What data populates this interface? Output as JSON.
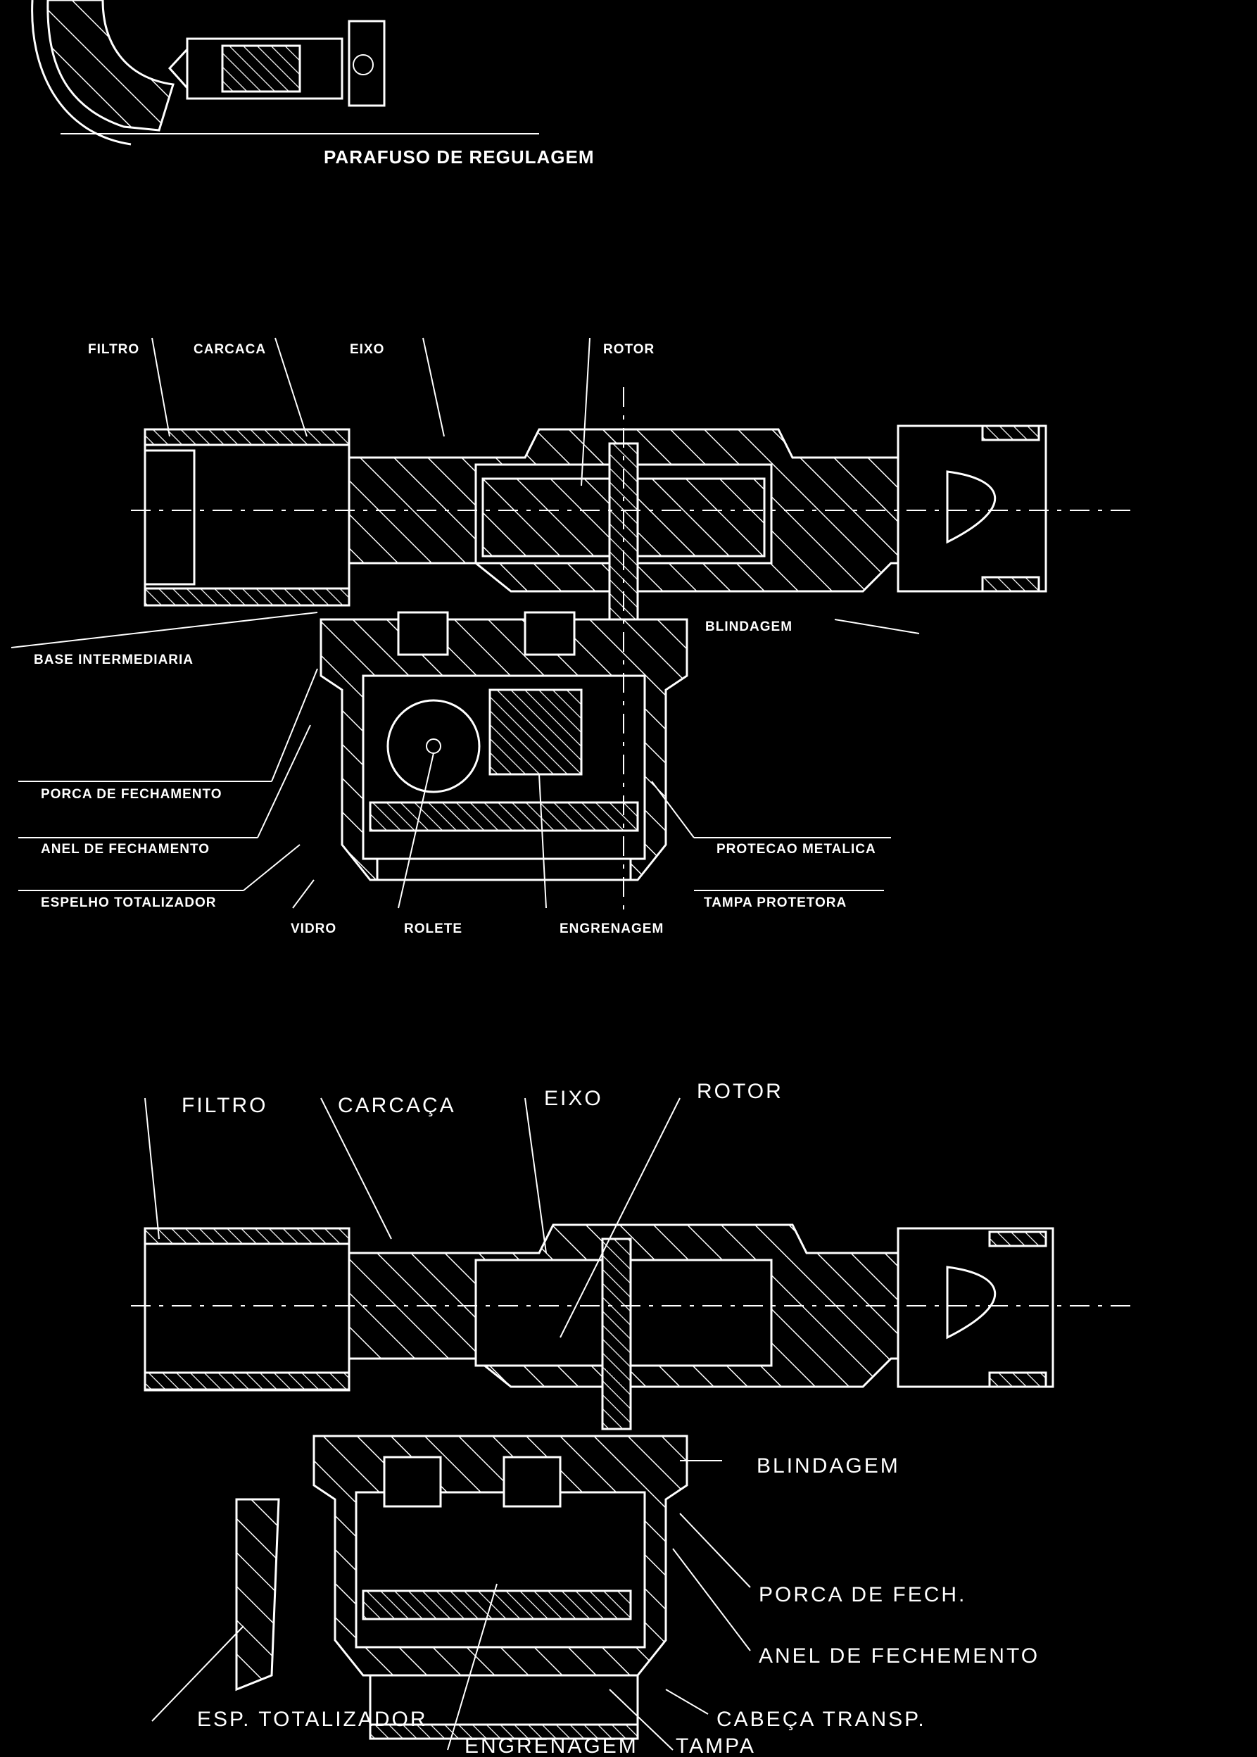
{
  "top_view": {
    "labels": {
      "screw": "PARAFUSO DE REGULAGEM"
    }
  },
  "middle_view": {
    "labels": {
      "filtro": "FILTRO",
      "carcaca": "CARCACA",
      "eixo": "EIXO",
      "rotor": "ROTOR",
      "blindagem": "BLINDAGEM",
      "base": "BASE INTERMEDIARIA",
      "porca": "PORCA DE FECHAMENTO",
      "anel": "ANEL DE FECHAMENTO",
      "espelho": "ESPELHO TOTALIZADOR",
      "protecao": "PROTECAO METALICA",
      "tampa": "TAMPA PROTETORA",
      "vidro": "VIDRO",
      "rolete": "ROLETE",
      "engrenagem": "ENGRENAGEM"
    }
  },
  "bottom_view": {
    "labels": {
      "filtro": "FILTRO",
      "carcaca": "CARCAÇA",
      "eixo": "EIXO",
      "rotor": "ROTOR",
      "blindagem": "BLINDAGEM",
      "porca": "PORCA DE FECH.",
      "anel": "ANEL DE FECHEMENTO",
      "cabeca": "CABEÇA TRANSP.",
      "espelho": "ESP. TOTALIZADOR",
      "engrenagem": "ENGRENAGEM",
      "tampa": "TAMPA"
    }
  }
}
